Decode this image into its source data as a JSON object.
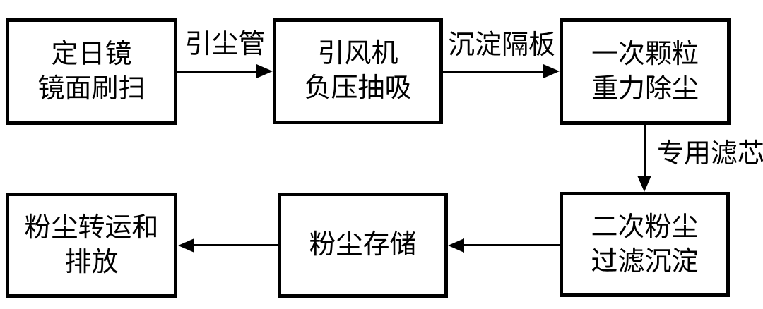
{
  "diagram": {
    "type": "flowchart",
    "colors": {
      "background": "#ffffff",
      "line": "#000000",
      "text": "#000000"
    },
    "nodes": [
      {
        "id": "heliostat-sweep",
        "line1": "定日镜",
        "line2": "镜面刷扫"
      },
      {
        "id": "fan-suction",
        "line1": "引风机",
        "line2": "负压抽吸"
      },
      {
        "id": "primary-gravity-dedust",
        "line1": "一次颗粒",
        "line2": "重力除尘"
      },
      {
        "id": "secondary-filtration",
        "line1": "二次粉尘",
        "line2": "过滤沉淀"
      },
      {
        "id": "dust-storage",
        "line1": "粉尘存储"
      },
      {
        "id": "dust-transfer",
        "line1": "粉尘转运和",
        "line2": "排放"
      }
    ],
    "edges": [
      {
        "from": "heliostat-sweep",
        "to": "fan-suction",
        "direction": "right",
        "label": "引尘管"
      },
      {
        "from": "fan-suction",
        "to": "primary-gravity-dedust",
        "direction": "right",
        "label": "沉淀隔板"
      },
      {
        "from": "primary-gravity-dedust",
        "to": "secondary-filtration",
        "direction": "down",
        "label": "专用滤芯"
      },
      {
        "from": "secondary-filtration",
        "to": "dust-storage",
        "direction": "left",
        "label": ""
      },
      {
        "from": "dust-storage",
        "to": "dust-transfer",
        "direction": "left",
        "label": ""
      }
    ]
  }
}
